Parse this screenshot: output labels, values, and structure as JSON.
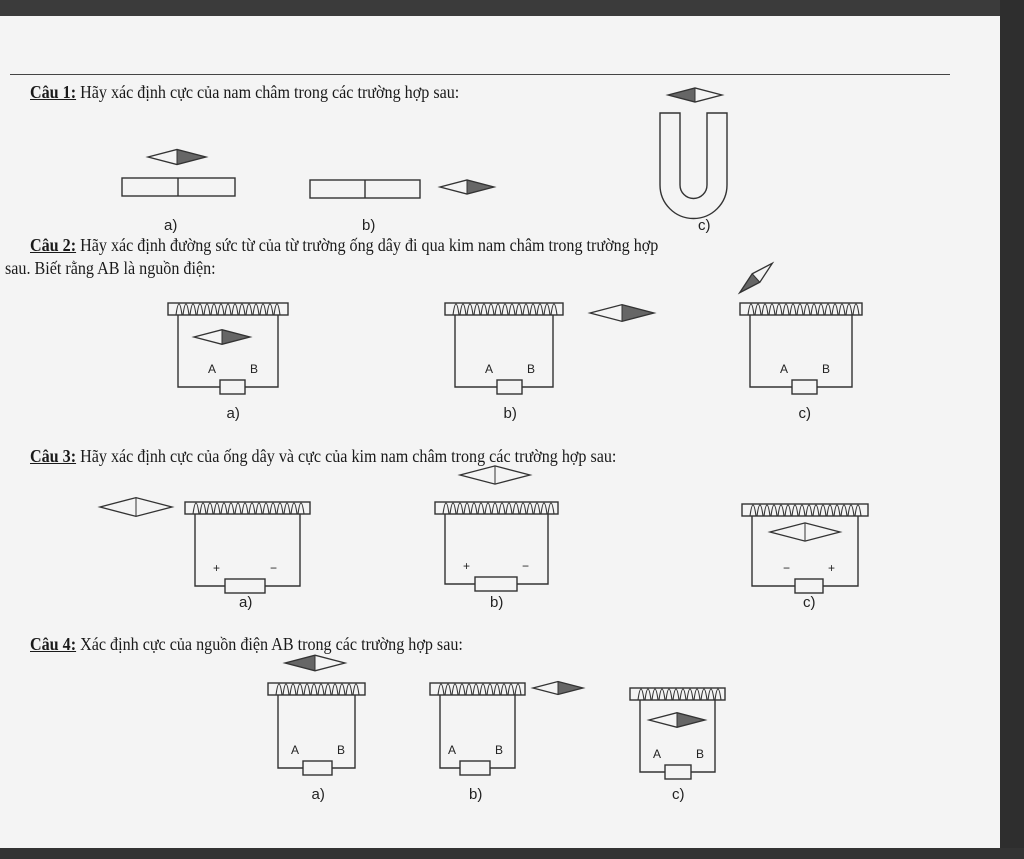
{
  "q1": {
    "number": "Câu 1:",
    "text": " Hãy xác định cực của nam châm trong các trường hợp sau:",
    "labels": [
      "a)",
      "b)",
      "c)"
    ]
  },
  "q2": {
    "number": "Câu 2:",
    "text": " Hãy xác định đường sức từ của từ trường ống dây đi qua kim nam châm trong trường hợp",
    "text2": "sau. Biết rằng AB là nguồn điện:",
    "labels": [
      "a)",
      "b)",
      "c)"
    ],
    "terminals": [
      "A",
      "B"
    ]
  },
  "q3": {
    "number": "Câu 3:",
    "text": " Hãy xác định cực của ống dây và cực của kim nam châm trong các trường hợp sau:",
    "labels": [
      "a)",
      "b)",
      "c)"
    ],
    "plus": "+",
    "minus": "−"
  },
  "q4": {
    "number": "Câu 4:",
    "text": " Xác định cực của nguồn điện AB trong các trường hợp sau:",
    "labels": [
      "a)",
      "b)",
      "c)"
    ],
    "terminals": [
      "A",
      "B"
    ]
  }
}
